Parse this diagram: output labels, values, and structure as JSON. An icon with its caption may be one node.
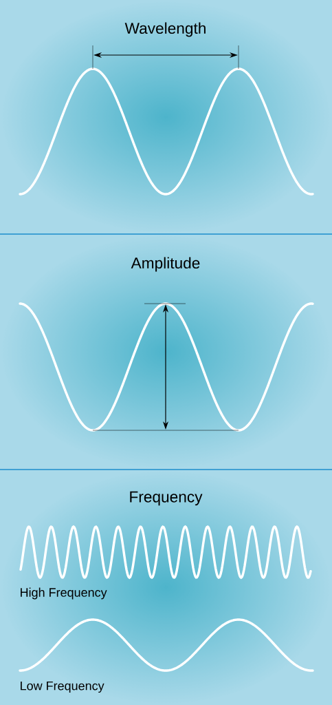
{
  "diagram": {
    "labels": [
      "Wavelength",
      "Amplitude",
      "Frequency",
      "High Frequency",
      "Low Frequency"
    ]
  }
}
